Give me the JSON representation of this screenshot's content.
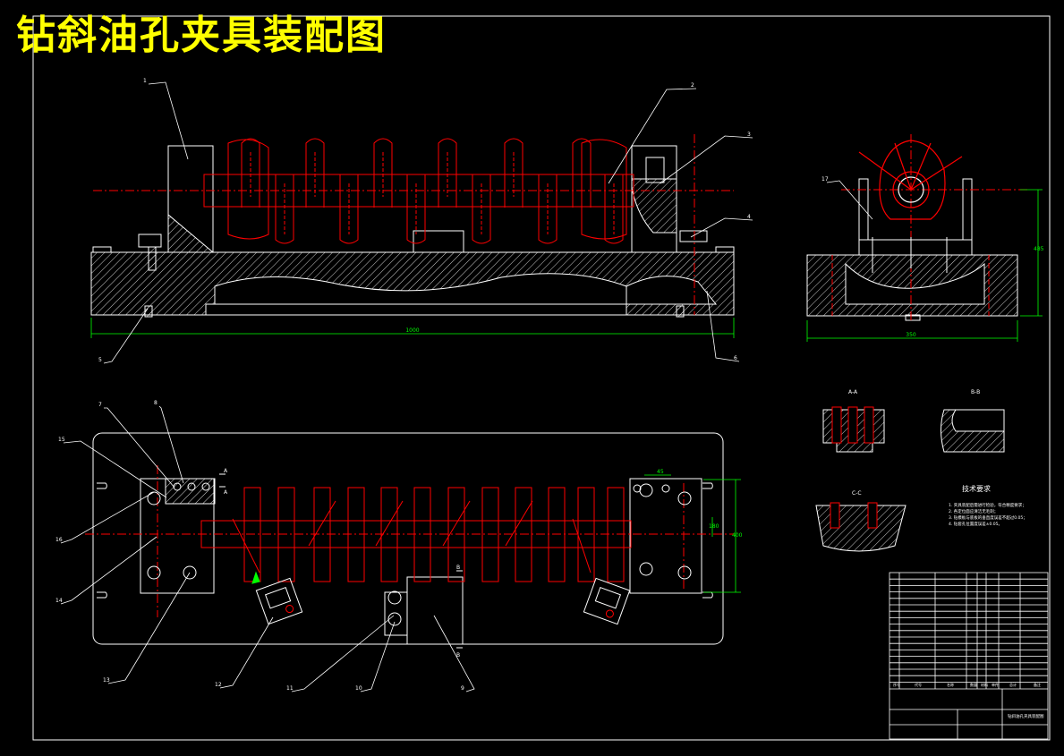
{
  "title": "钻斜油孔夹具装配图",
  "colors": {
    "background": "#000000",
    "outline": "#ffffff",
    "workpiece": "#ff0000",
    "dimension": "#00ff00",
    "title": "#ffff00",
    "leader": "#ffffff"
  },
  "front_view": {
    "callouts": [
      "1",
      "2",
      "3",
      "4",
      "5",
      "6"
    ],
    "overall_length": "1000"
  },
  "side_view": {
    "callouts": [
      "17"
    ],
    "height_dim": "485",
    "width_dim": "350"
  },
  "plan_view": {
    "callouts": [
      "7",
      "8",
      "15",
      "16",
      "14",
      "13",
      "12",
      "11",
      "10",
      "9"
    ],
    "section_marks": [
      "A",
      "A",
      "B",
      "B"
    ],
    "dims": [
      "400",
      "180",
      "45"
    ]
  },
  "section_views": {
    "labels": [
      "A-A",
      "B-B",
      "C-C"
    ]
  },
  "technical_requirements": {
    "heading": "技术要求",
    "items": [
      "1. 夹具装配后需进行检验，符合精度要求；",
      "2. 各定位面应清洁无毛刺；",
      "3. 钻模板与底板的垂直度误差不超过0.05；",
      "4. 钻套孔位置度误差±0.05。"
    ]
  },
  "title_block": {
    "drawing_name": "钻斜油孔夹具装配图",
    "header": [
      "序号",
      "代号",
      "名称",
      "数量",
      "材料",
      "单件",
      "总计",
      "备注"
    ],
    "bom_rows": 17
  }
}
